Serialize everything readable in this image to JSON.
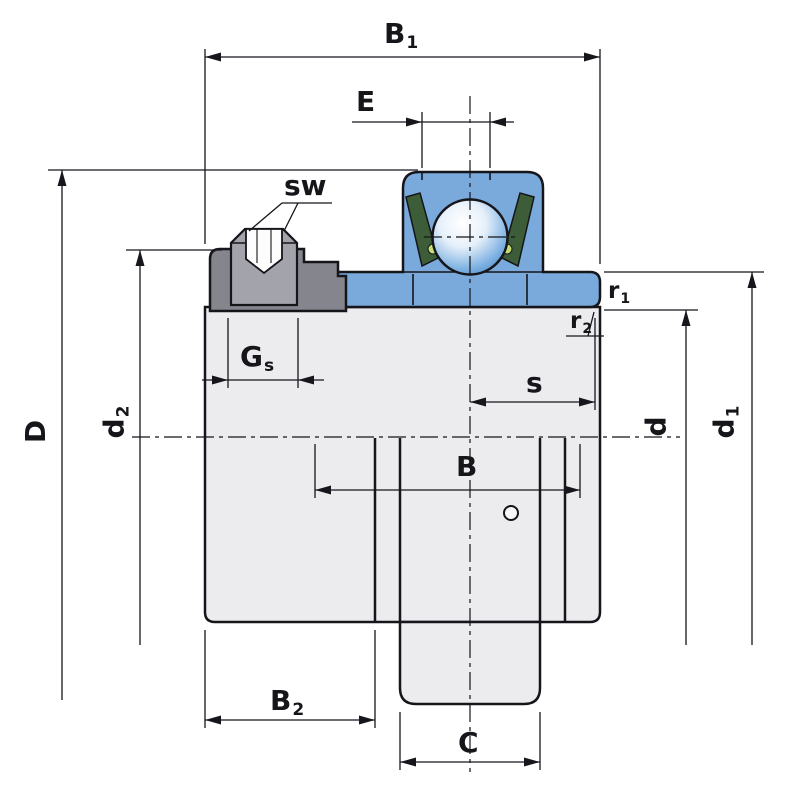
{
  "title": "Radial insert ball bearing with eccentric locking collar - dimension drawing",
  "labels": {
    "B1": {
      "text": "B",
      "sub": "1"
    },
    "E": {
      "text": "E",
      "sub": ""
    },
    "sw": {
      "text": "sw",
      "sub": ""
    },
    "Gs": {
      "text": "G",
      "sub": "s"
    },
    "D": {
      "text": "D",
      "sub": ""
    },
    "d2": {
      "text": "d",
      "sub": "2"
    },
    "B2": {
      "text": "B",
      "sub": "2"
    },
    "C": {
      "text": "C",
      "sub": ""
    },
    "B": {
      "text": "B",
      "sub": ""
    },
    "s": {
      "text": "s",
      "sub": ""
    },
    "r1": {
      "text": "r",
      "sub": "1"
    },
    "r2": {
      "text": "r",
      "sub": "2"
    },
    "d": {
      "text": "d",
      "sub": ""
    },
    "d1": {
      "text": "d",
      "sub": "1"
    }
  },
  "colors": {
    "outer_ring_blue": "#7aa9dc",
    "ball_blue": "#5592cc",
    "body_gray": "#ececef",
    "collar_gray": "#85858d",
    "screw_gray": "#a3a3ab",
    "seal_green": "#3d5c38",
    "cage_dot_green": "#c6dc74",
    "line": "#15151a",
    "background": "#ffffff"
  }
}
